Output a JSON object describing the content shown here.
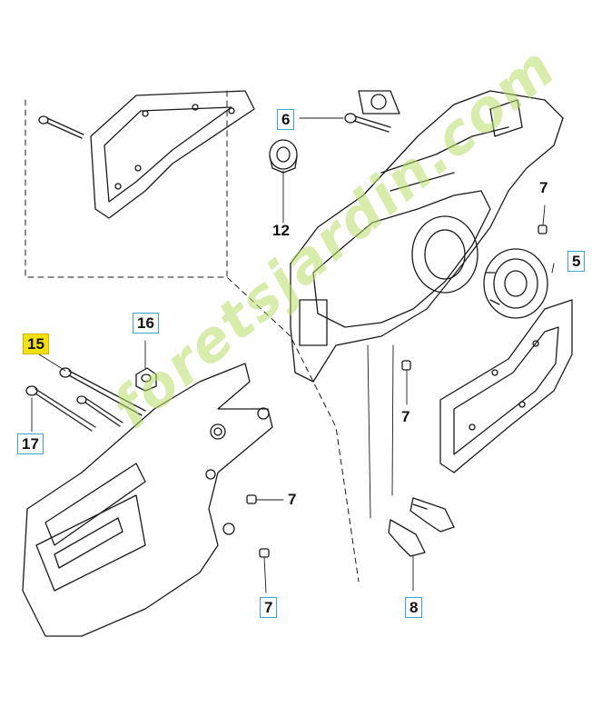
{
  "callouts": {
    "p6": "6",
    "p12": "12",
    "p7_a": "7",
    "p5": "5",
    "p16": "16",
    "p15": "15",
    "p17": "17",
    "p7_b": "7",
    "p7_c": "7",
    "p7_d": "7",
    "p8": "8"
  },
  "watermark": {
    "text": "foretsjardin.com"
  },
  "colors": {
    "line": "#1a1a1a",
    "callout_border": "#3aa6c9",
    "highlight": "#f5e10a",
    "watermark": "#b9df6a"
  }
}
